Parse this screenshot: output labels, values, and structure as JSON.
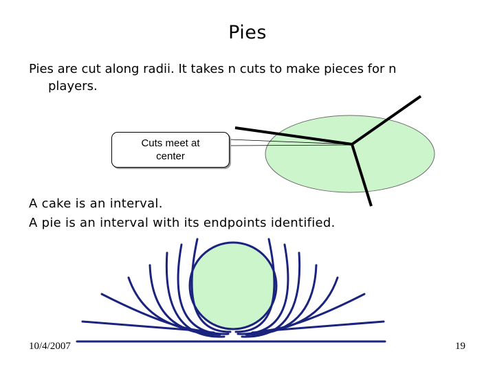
{
  "slide": {
    "title": "Pies",
    "paragraph_line1": "Pies are cut along radii.  It takes  n  cuts to make pieces for  n",
    "paragraph_line2": "players.",
    "callout_line1": "Cuts meet at",
    "callout_line2": "center",
    "line_cake": "A cake is an interval.",
    "line_pie": "A pie is an interval with its endpoints identified.",
    "footer_date": "10/4/2007",
    "page_number": "19"
  },
  "colors": {
    "pie_fill": "#ccf5cc",
    "pie_stroke": "#6b6b6b",
    "cut_color": "#000000",
    "wrap_curve_color": "#1a237e"
  }
}
